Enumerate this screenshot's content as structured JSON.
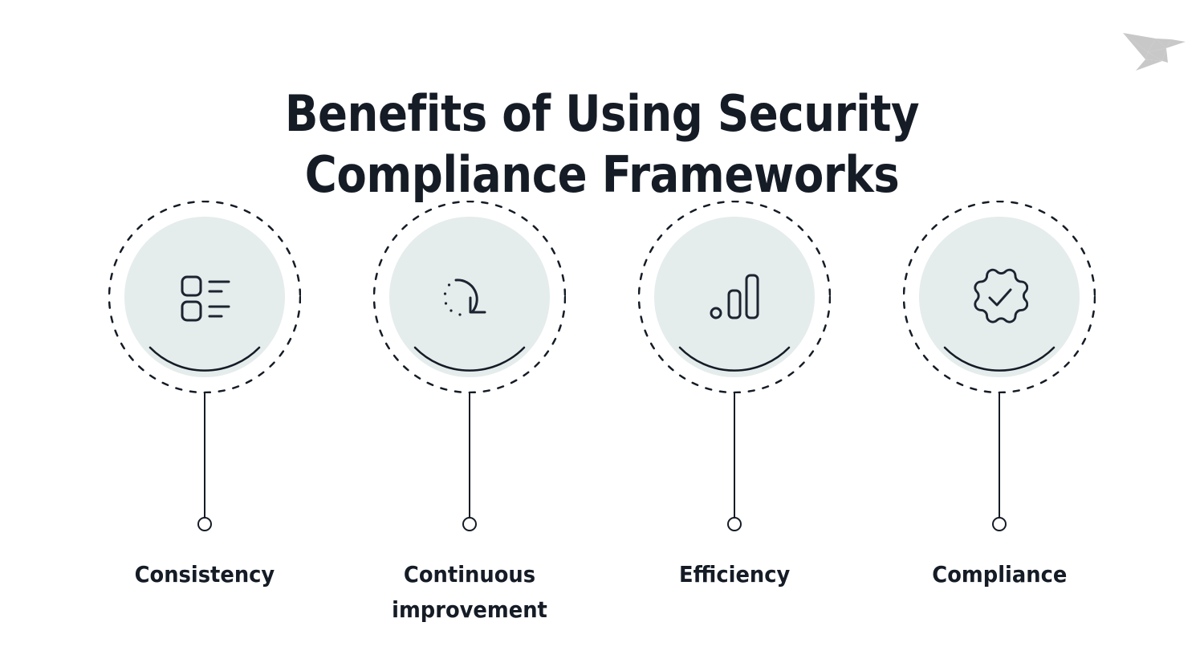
{
  "page": {
    "background_color": "#FFFFFF",
    "text_color": "#151C26",
    "accent_fill_color": "#E5ECEC",
    "logo_color": "#C8C8C8"
  },
  "header": {
    "title": "Benefits of Using Security Compliance Frameworks",
    "logo_name": "origami-bird-logo"
  },
  "items": [
    {
      "label": "Consistency",
      "icon": "checklist-icon"
    },
    {
      "label": "Continuous improvement",
      "icon": "rotate-refresh-icon"
    },
    {
      "label": "Efficiency",
      "icon": "bar-chart-icon"
    },
    {
      "label": "Compliance",
      "icon": "verified-badge-icon"
    }
  ]
}
